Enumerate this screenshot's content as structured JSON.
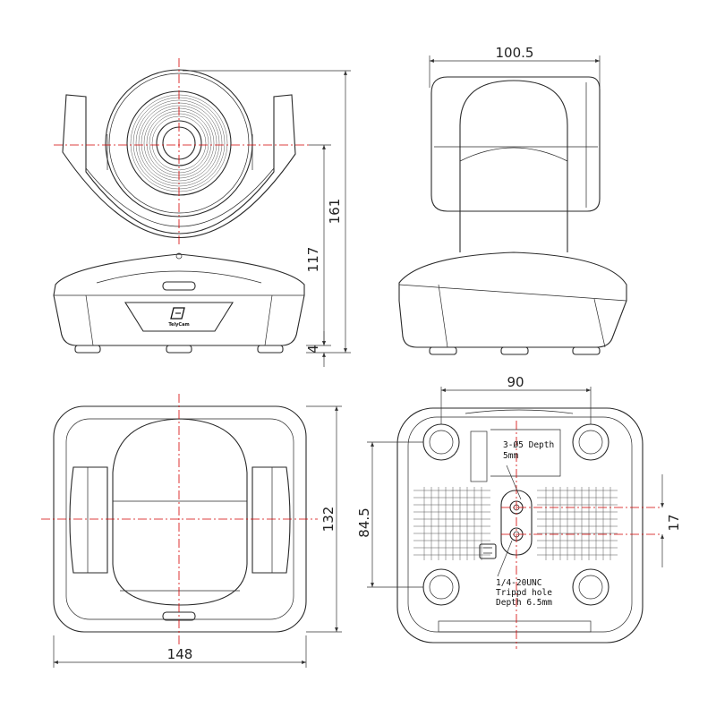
{
  "front_view": {
    "dim_height_total": "161",
    "dim_height_center": "117",
    "dim_foot": "4",
    "brand_label": "TelyCam"
  },
  "side_view": {
    "dim_depth": "100.5"
  },
  "top_view": {
    "dim_width": "148",
    "dim_depth": "132"
  },
  "bottom_view": {
    "dim_hole_spacing_x": "90",
    "dim_hole_spacing_y": "84.5",
    "dim_mount_offset": "17",
    "note_holes": [
      "3-Ø5 Depth",
      "5mm"
    ],
    "note_tripod": [
      "1/4-20UNC",
      "Trippd hole",
      "Depth 6.5mm"
    ]
  },
  "colors": {
    "line": "#2a2a2a",
    "centerline": "#d40000"
  }
}
